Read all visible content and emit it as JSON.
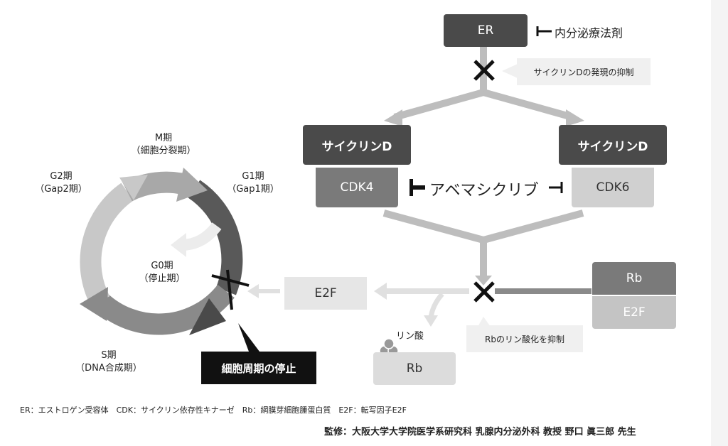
{
  "er": {
    "label": "ER",
    "inhibitor": "内分泌療法剤",
    "note": "サイクリンDの発現の抑制"
  },
  "cyclin_left": "サイクリンD",
  "cyclin_right": "サイクリンD",
  "cdk4": "CDK4",
  "cdk6": "CDK6",
  "drug": "アベマシクリブ",
  "rb_top": "Rb",
  "e2f_right": "E2F",
  "e2f_free": "E2F",
  "phos": {
    "label": "リン酸",
    "rb": "Rb",
    "note": "Rbのリン酸化を抑制"
  },
  "cycle": {
    "m_phase": "M期",
    "m_sub": "（細胞分裂期）",
    "g1": "G1期",
    "g1_sub": "（Gap1期）",
    "g2": "G2期",
    "g2_sub": "（Gap2期）",
    "g0": "G0期",
    "g0_sub": "（停止期）",
    "s": "S期",
    "s_sub": "（DNA合成期）",
    "arrest": "細胞周期の停止"
  },
  "legend": "ER：エストロゲン受容体　CDK：サイクリン依存性キナーゼ　Rb：網膜芽細胞腫蛋白質　E2F：転写因子E2F",
  "credit": "監修：大阪大学大学院医学系研究科 乳腺内分泌外科 教授 野口 眞三郎 先生"
}
